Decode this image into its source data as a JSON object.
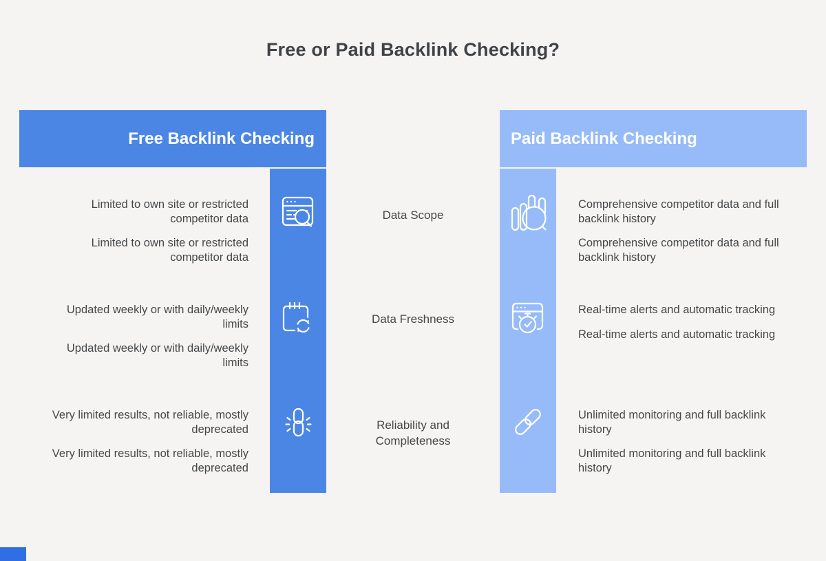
{
  "page": {
    "title": "Free or Paid Backlink Checking?"
  },
  "colors": {
    "background": "#f5f4f2",
    "free_blue": "#4b86e4",
    "paid_blue": "#96bbf8",
    "text": "#45474a",
    "title_text": "#3f4347",
    "header_text": "#ffffff",
    "corner_accent": "#2f6fe3"
  },
  "categories": [
    "Data Scope",
    "Data Freshness",
    "Reliability and\nCompleteness"
  ],
  "free_column": {
    "header": "Free Backlink Checking",
    "rows": [
      {
        "icon": "browser-search-icon",
        "items": [
          "Limited to own site or restricted\ncompetitor data",
          "Limited to own site or restricted\ncompetitor data"
        ]
      },
      {
        "icon": "calendar-refresh-icon",
        "items": [
          "Updated weekly or with daily/weekly\nlimits",
          "Updated weekly or with daily/weekly\nlimits"
        ]
      },
      {
        "icon": "broken-link-icon",
        "items": [
          "Very limited results, not reliable, mostly\ndeprecated",
          "Very limited results, not reliable, mostly\ndeprecated"
        ]
      }
    ]
  },
  "paid_column": {
    "header": "Paid Backlink Checking",
    "rows": [
      {
        "icon": "chart-search-icon",
        "items": [
          "Comprehensive competitor data and full\nbacklink history",
          "Comprehensive competitor data and full\nbacklink history"
        ]
      },
      {
        "icon": "browser-timer-icon",
        "items": [
          "Real-time alerts and automatic tracking",
          "Real-time alerts and automatic tracking"
        ]
      },
      {
        "icon": "link-icon",
        "items": [
          "Unlimited monitoring and full backlink\nhistory",
          "Unlimited monitoring and full backlink\nhistory"
        ]
      }
    ]
  }
}
